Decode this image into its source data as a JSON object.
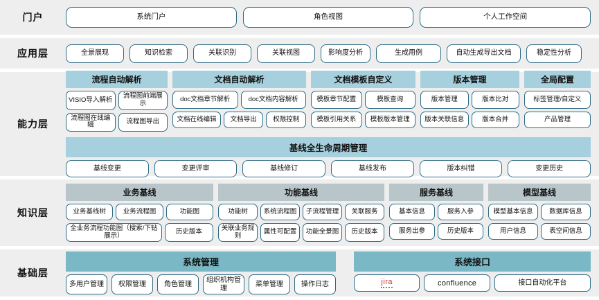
{
  "layers": {
    "portal": {
      "label": "门户",
      "items": [
        "系统门户",
        "角色视图",
        "个人工作空间"
      ]
    },
    "application": {
      "label": "应用层",
      "items": [
        "全景展现",
        "知识检索",
        "关联识别",
        "关联视图",
        "影响度分析",
        "生成用例",
        "自动生成导出文档",
        "稳定性分析"
      ]
    },
    "capability": {
      "label": "能力层",
      "groups": [
        {
          "title": "流程自动解析",
          "row1": [
            "VISIO导入解析",
            "流程图前端展示"
          ],
          "row2": [
            "流程图在线编辑",
            "流程图导出"
          ]
        },
        {
          "title": "文档自动解析",
          "row1": [
            "doc文档章节解析",
            "doc文档内容解析"
          ],
          "row2": [
            "文档在线编辑",
            "文档导出",
            "权限控制"
          ]
        },
        {
          "title": "文档模板自定义",
          "row1": [
            "模板章节配置",
            "模板查询"
          ],
          "row2": [
            "模板引用关系",
            "模板版本管理"
          ]
        },
        {
          "title": "版本管理",
          "row1": [
            "版本管理",
            "版本比对"
          ],
          "row2": [
            "版本关联信息",
            "版本合并"
          ]
        },
        {
          "title": "全局配置",
          "row1": [
            "标签管理/自定义"
          ],
          "row2": [
            "产品管理"
          ]
        }
      ],
      "banner": {
        "title": "基线全生命周期管理",
        "items": [
          "基线变更",
          "变更评审",
          "基线修订",
          "基线发布",
          "版本纠错",
          "变更历史"
        ]
      }
    },
    "knowledge": {
      "label": "知识层",
      "groups": [
        {
          "title": "业务基线",
          "row1": [
            "业务基线树",
            "业务流程图",
            "功能图"
          ],
          "row2": [
            "全业务流程功能图（搜索/下钻展示）",
            "历史版本"
          ]
        },
        {
          "title": "功能基线",
          "row1": [
            "功能树",
            "系统流程图",
            "子流程管理",
            "关联服务"
          ],
          "row2": [
            "关联业务规则",
            "属性可配置",
            "功能全景图",
            "历史版本"
          ]
        },
        {
          "title": "服务基线",
          "row1": [
            "基本信息",
            "服务入参"
          ],
          "row2": [
            "服务出参",
            "历史版本"
          ]
        },
        {
          "title": "模型基线",
          "row1": [
            "模型基本信息",
            "数据库信息"
          ],
          "row2": [
            "用户信息",
            "表空间信息"
          ]
        }
      ]
    },
    "foundation": {
      "label": "基础层",
      "groups": [
        {
          "title": "系统管理",
          "items": [
            "多用户管理",
            "权限管理",
            "角色管理",
            "组织机构管理",
            "菜单管理",
            "操作日志"
          ]
        },
        {
          "title": "系统接口",
          "items": [
            "jira",
            "confluence",
            "接口自动化平台"
          ]
        }
      ]
    }
  },
  "colors": {
    "band": "#eeeeee",
    "border": "#2d6b86",
    "capability_head": "#a6d0de",
    "knowledge_head": "#b8c5c9",
    "foundation_head": "#79b8c4",
    "jira_text": "#c0392b"
  }
}
